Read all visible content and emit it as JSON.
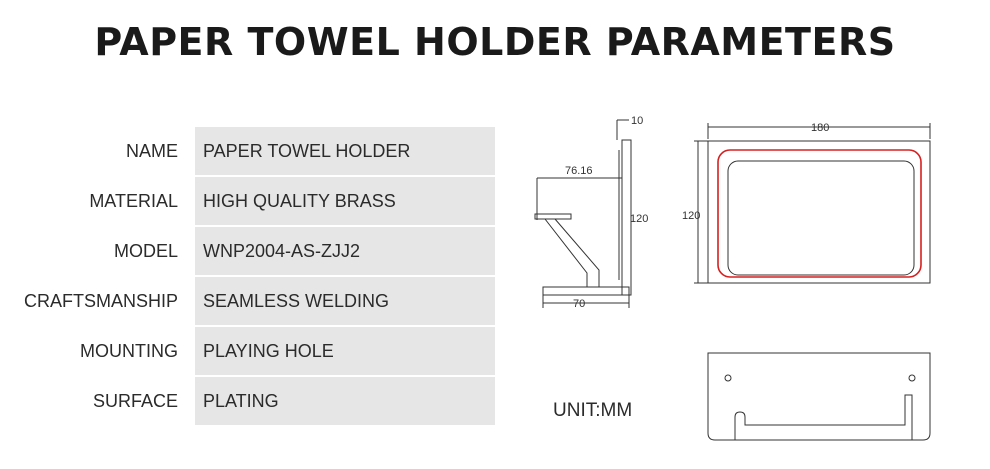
{
  "title": "PAPER TOWEL HOLDER PARAMETERS",
  "specs": [
    {
      "label": "NAME",
      "value": "PAPER TOWEL HOLDER"
    },
    {
      "label": "MATERIAL",
      "value": "HIGH QUALITY BRASS"
    },
    {
      "label": "MODEL",
      "value": "WNP2004-AS-ZJJ2"
    },
    {
      "label": "CRAFTSMANSHIP",
      "value": "SEAMLESS WELDING"
    },
    {
      "label": "MOUNTING",
      "value": "PLAYING HOLE"
    },
    {
      "label": "SURFACE",
      "value": "PLATING"
    }
  ],
  "unit": "UNIT:MM",
  "side_view": {
    "thickness": "10",
    "depth": "76.16",
    "height": "120",
    "base": "70"
  },
  "front_view": {
    "width": "180",
    "height": "120"
  },
  "colors": {
    "value_cell_bg": "#e6e6e6",
    "line": "#333333",
    "red_outline": "#d62020"
  }
}
